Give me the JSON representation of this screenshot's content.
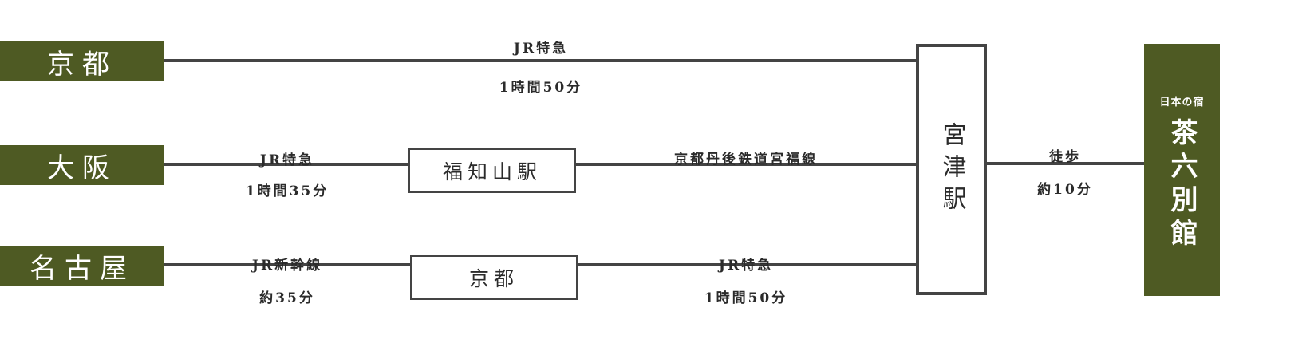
{
  "origins": {
    "kyoto": "京都",
    "osaka": "大阪",
    "nagoya": "名古屋"
  },
  "routes": {
    "kyoto_direct": {
      "train": "JR特急",
      "time": "1時間50分"
    },
    "osaka_to_fukuchiyama": {
      "train": "JR特急",
      "time": "1時間35分"
    },
    "fukuchiyama_to_miyazu": {
      "train": "京都丹後鉄道宮福線"
    },
    "nagoya_to_kyoto": {
      "train": "JR新幹線",
      "time": "約35分"
    },
    "kyoto_to_miyazu": {
      "train": "JR特急",
      "time": "1時間50分"
    },
    "walk": {
      "mode": "徒歩",
      "time": "約10分"
    }
  },
  "stations": {
    "fukuchiyama": "福知山駅",
    "kyoto_transfer": "京都",
    "miyazu": "宮津駅"
  },
  "destination": {
    "subtitle": "日本の宿",
    "name": "茶六別館"
  },
  "colors": {
    "brand_green": "#4e5a23",
    "line": "#444444"
  }
}
